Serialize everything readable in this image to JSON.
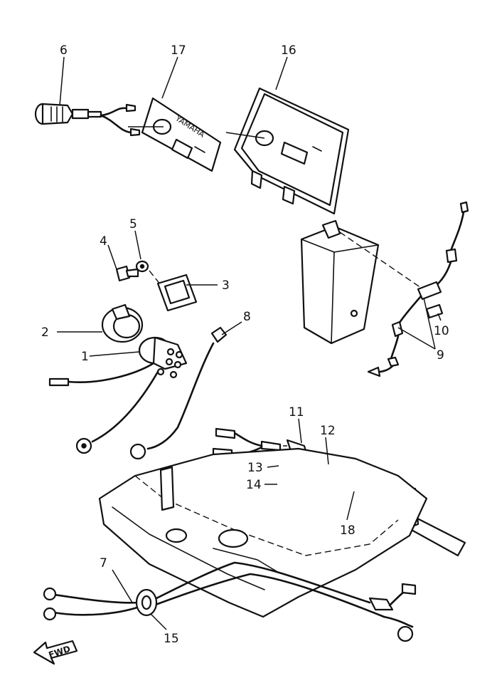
{
  "callouts": {
    "c1": "1",
    "c2": "2",
    "c3": "3",
    "c4": "4",
    "c5": "5",
    "c6": "6",
    "c7": "7",
    "c8": "8",
    "c9": "9",
    "c10": "10",
    "c11": "11",
    "c12": "12",
    "c13": "13",
    "c14": "14",
    "c15": "15",
    "c16": "16",
    "c17": "17",
    "c18": "18"
  },
  "labels": {
    "brand": "YAMAHA",
    "direction": "FWD"
  }
}
